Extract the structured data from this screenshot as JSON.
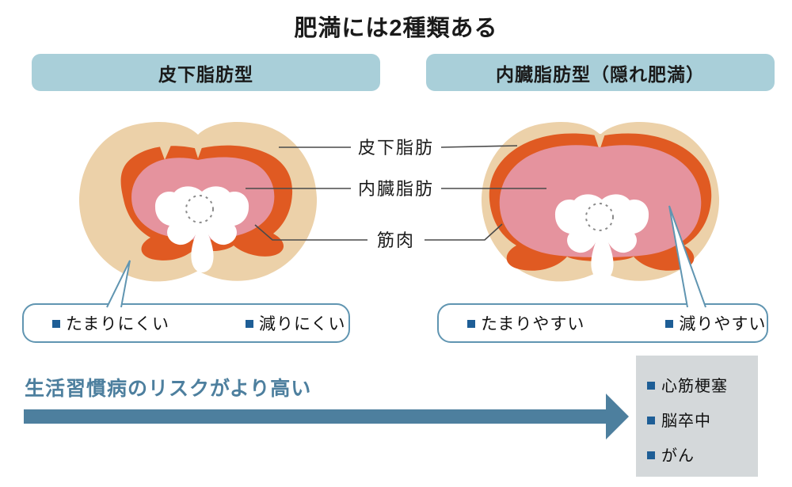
{
  "title": "肥満には2種類ある",
  "headers": {
    "left": "皮下脂肪型",
    "right": "内臓脂肪型（隠れ肥満）"
  },
  "anatomy_labels": {
    "subcutaneous": "皮下脂肪",
    "visceral": "内臓脂肪",
    "muscle": "筋肉"
  },
  "callouts": {
    "left": {
      "items": [
        "たまりにくい",
        "減りにくい"
      ]
    },
    "right": {
      "items": [
        "たまりやすい",
        "減りやすい"
      ]
    }
  },
  "risk": {
    "headline": "生活習慣病のリスクがより高い",
    "diseases": [
      "心筋梗塞",
      "脳卒中",
      "がん"
    ]
  },
  "colors": {
    "subcutaneous_fat": "#ecd1a9",
    "muscle": "#e05a22",
    "visceral_fat": "#e5939e",
    "header_bg": "#a9cfd9",
    "risk_accent": "#4d7f9e",
    "bullet": "#1e5e96",
    "disease_box_bg": "#d4d8da",
    "callout_border": "#6095b1"
  }
}
